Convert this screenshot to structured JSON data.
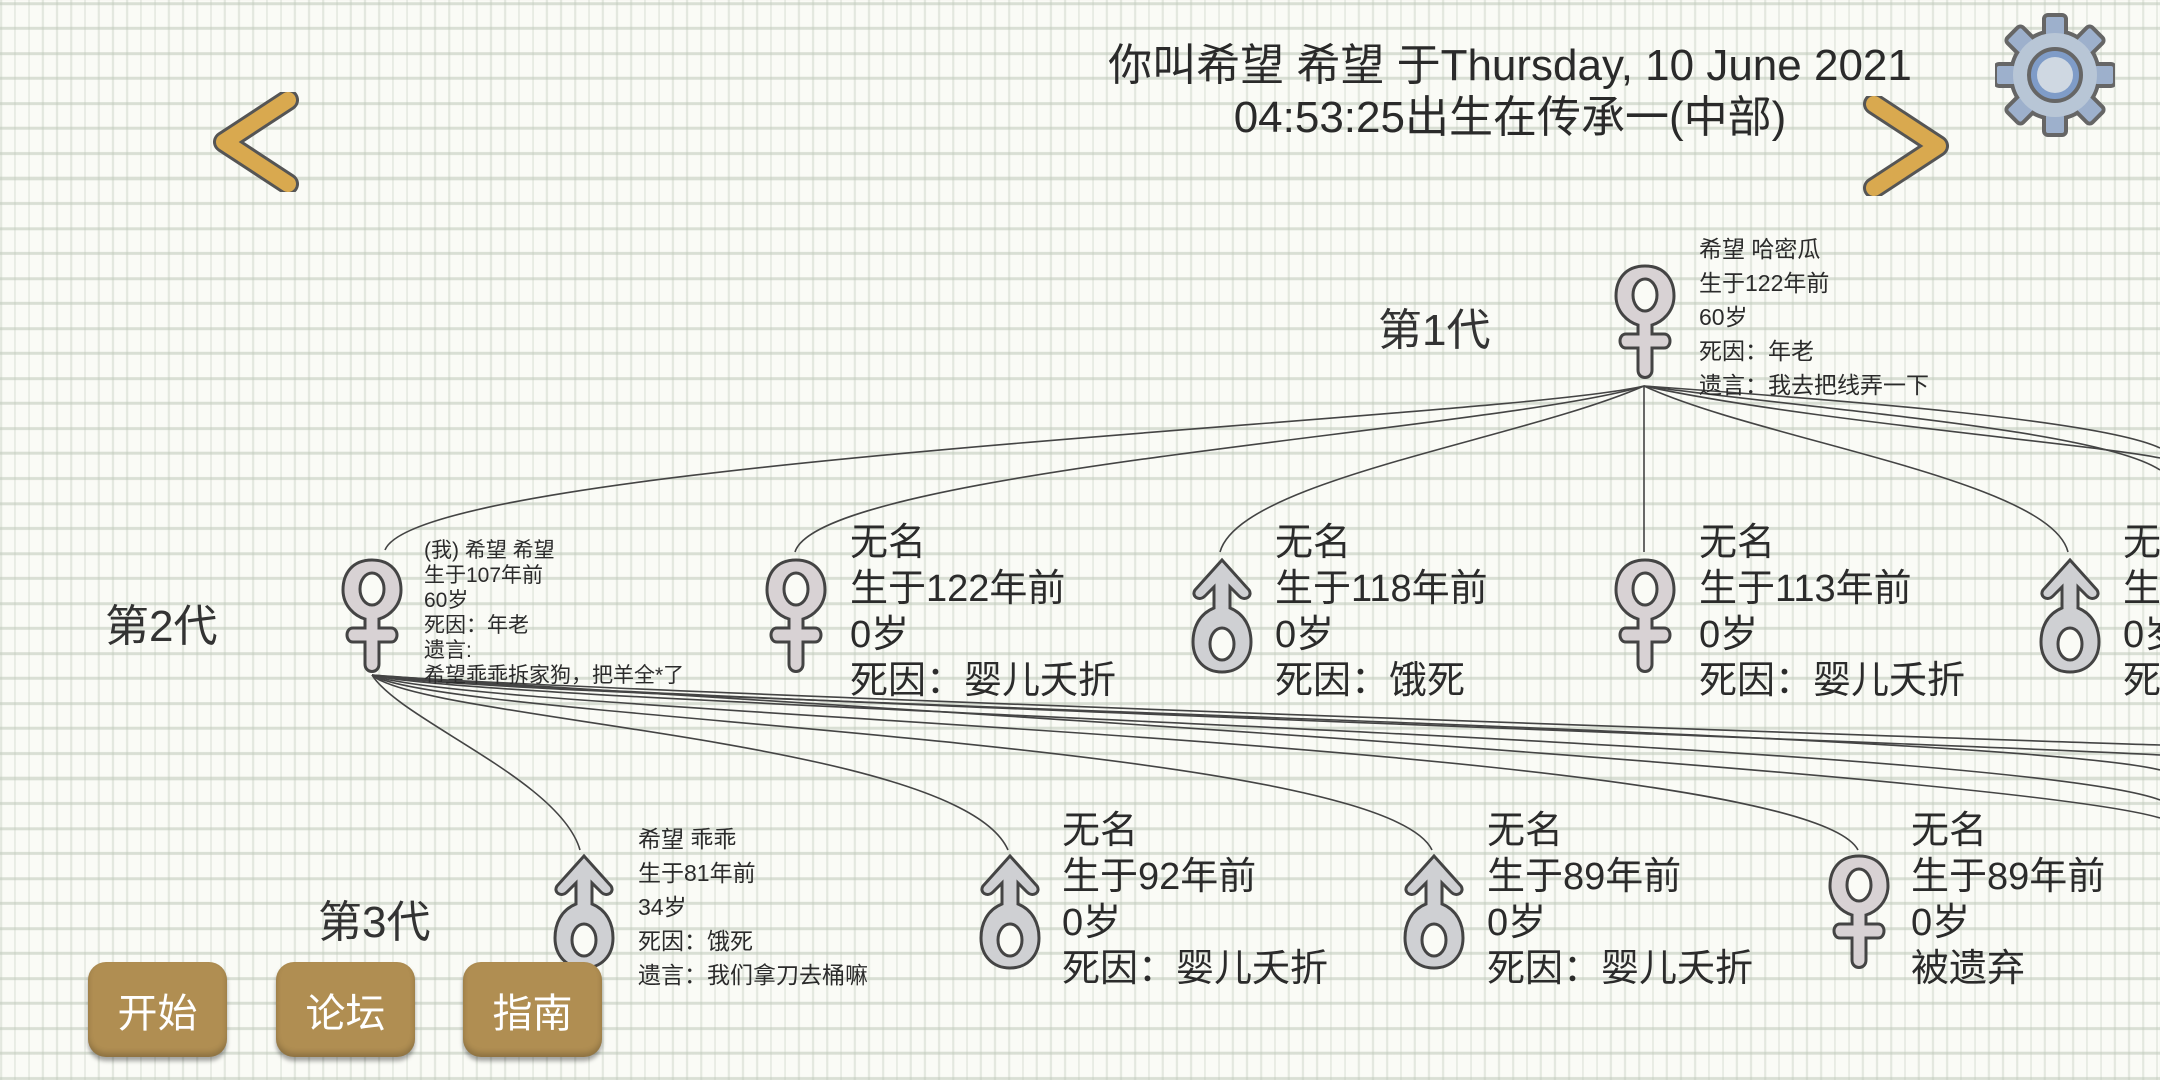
{
  "header": {
    "title_line1": "你叫希望 希望 于Thursday, 10 June 2021",
    "title_line2": "04:53:25出生在传承一(中部)"
  },
  "icons": {
    "prev": "chevron-left-icon",
    "next": "chevron-right-icon",
    "settings": "gear-icon"
  },
  "colors": {
    "button": "#b08e52",
    "arrow": "#d9a94f",
    "gear": "#8fa6c8"
  },
  "generations": [
    {
      "label": "第1代",
      "nodes": [
        {
          "gender": "female",
          "lines": [
            "希望 哈密瓜",
            "生于122年前",
            "60岁",
            "死因：年老",
            "遗言：我去把线弄一下"
          ]
        }
      ]
    },
    {
      "label": "第2代",
      "nodes": [
        {
          "gender": "female",
          "lines": [
            "(我) 希望 希望",
            "生于107年前",
            "60岁",
            "死因：年老",
            "遗言:",
            "希望乖乖拆家狗，把羊全*了"
          ]
        },
        {
          "gender": "female",
          "lines": [
            "无名",
            "生于122年前",
            "0岁",
            "死因：婴儿夭折"
          ]
        },
        {
          "gender": "male",
          "lines": [
            "无名",
            "生于118年前",
            "0岁",
            "死因：饿死"
          ]
        },
        {
          "gender": "female",
          "lines": [
            "无名",
            "生于113年前",
            "0岁",
            "死因：婴儿夭折"
          ]
        },
        {
          "gender": "male",
          "lines": [
            "无",
            "生",
            "0岁",
            "死"
          ]
        }
      ]
    },
    {
      "label": "第3代",
      "nodes": [
        {
          "gender": "male",
          "lines": [
            "希望 乖乖",
            "生于81年前",
            "34岁",
            "死因：饿死",
            "遗言：我们拿刀去桶嘛"
          ]
        },
        {
          "gender": "male",
          "lines": [
            "无名",
            "生于92年前",
            "0岁",
            "死因：婴儿夭折"
          ]
        },
        {
          "gender": "male",
          "lines": [
            "无名",
            "生于89年前",
            "0岁",
            "死因：婴儿夭折"
          ]
        },
        {
          "gender": "female",
          "lines": [
            "无名",
            "生于89年前",
            "0岁",
            "被遗弃"
          ]
        }
      ]
    }
  ],
  "buttons": {
    "start": "开始",
    "forum": "论坛",
    "guide": "指南"
  }
}
